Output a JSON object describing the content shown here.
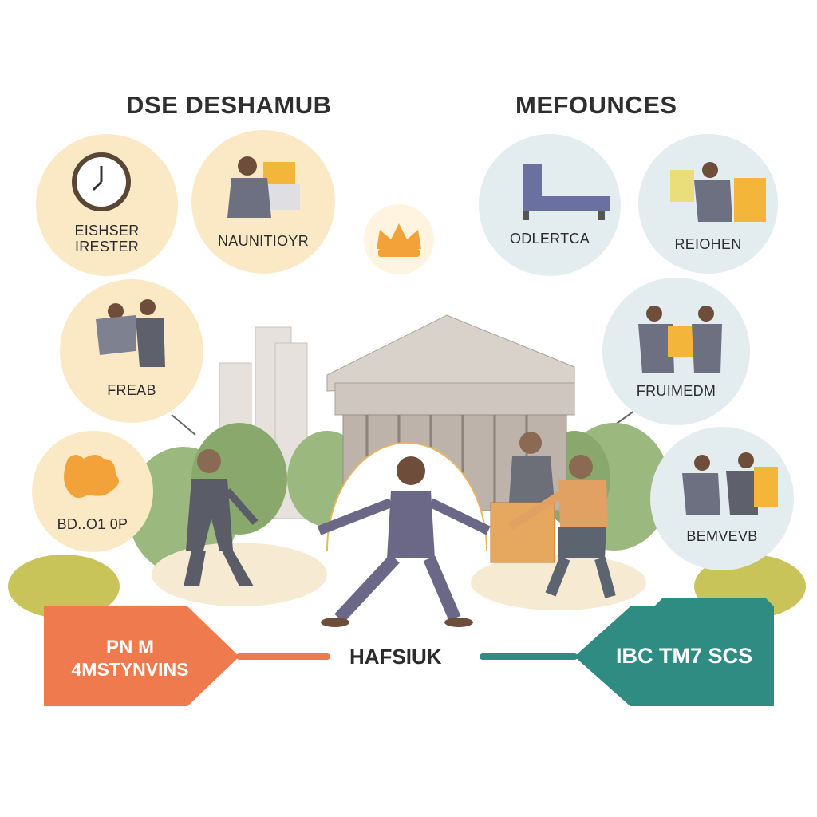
{
  "headers": {
    "left": "DSE DESHAMUB",
    "right": "MEFOUNCES"
  },
  "left_circles": [
    {
      "label": "EISHSER\nIRESTER",
      "icon": "clock-icon"
    },
    {
      "label": "NAUNITIOYR",
      "icon": "worker-with-boxes-icon"
    },
    {
      "label": "FREAB",
      "icon": "workers-carrying-icon"
    },
    {
      "label": "BD..O1  0P",
      "icon": "puzzle-piece-icon"
    }
  ],
  "right_circles": [
    {
      "label": "ODLERTCA",
      "icon": "bed-furniture-icon"
    },
    {
      "label": "REIOHEN",
      "icon": "workers-with-crates-icon"
    },
    {
      "label": "FRUIMEDM",
      "icon": "workers-with-crates-icon"
    },
    {
      "label": "BEMVEVB",
      "icon": "workers-with-crates-icon"
    }
  ],
  "center_icon": "crown-icon",
  "bottom": {
    "left_box": {
      "line1": "PN M",
      "line2": "4MSTYNVINS"
    },
    "center": "HAFSIUK",
    "right_box": {
      "line1": "IBC TM7 SCS"
    }
  },
  "colors": {
    "warm_circle": "#fbe9c6",
    "cool_circle": "#e3ecef",
    "orange": "#ef7a4d",
    "teal": "#2e8c83",
    "accent_orange": "#f3a23a",
    "figure_gray": "#5e616c"
  }
}
